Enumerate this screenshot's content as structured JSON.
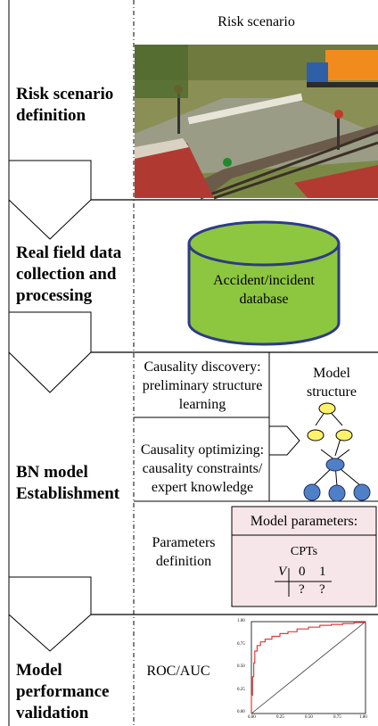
{
  "stages": [
    {
      "title": "Risk scenario definition"
    },
    {
      "title": "Real field data collection and processing"
    },
    {
      "title": "BN model Establishment"
    },
    {
      "title": "Model performance validation"
    }
  ],
  "scenario": {
    "title": "Risk scenario",
    "image": "railway level crossing model photo with truck, barriers and motorcycle"
  },
  "database": {
    "label": "Accident/incident database",
    "fill": "#8dc63f",
    "stroke": "#2e3a87"
  },
  "bn": {
    "discovery": "Causality discovery: preliminary structure learning",
    "optimizing": "Causality optimizing: causality constraints/ expert knowledge",
    "structure_label": "Model structure",
    "parameters_def": "Parameters definition",
    "params_box": {
      "title": "Model parameters:",
      "subtitle": "CPTs",
      "table": {
        "var": "V",
        "cols": [
          "0",
          "1"
        ],
        "row": [
          "?",
          "?"
        ]
      },
      "fill": "#f7e6e9"
    },
    "node_colors": {
      "yellow": "#fff26b",
      "blue": "#4f7fc7"
    }
  },
  "validation": {
    "label": "ROC/AUC",
    "plot": {
      "y_ticks": [
        "1.00",
        "0.75",
        "0.50",
        "0.25",
        "0.00"
      ],
      "x_ticks": [
        "0.00",
        "0.25",
        "0.50",
        "0.75",
        "1.00"
      ],
      "curve_color": "#e33b3b"
    }
  }
}
